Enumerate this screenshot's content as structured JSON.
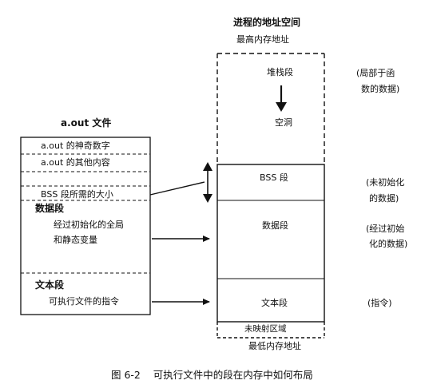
{
  "right": {
    "title": "进程的地址空间",
    "top_label": "最高内存地址",
    "stack_segment": "堆栈段",
    "empty": "空洞",
    "bss_segment": "BSS 段",
    "data_segment": "数据段",
    "text_segment": "文本段",
    "unmapped": "未映射区域",
    "bottom_label": "最低内存地址"
  },
  "annotations": {
    "stack_line1": "(局部于函",
    "stack_line2": "数的数据)",
    "bss_line1": "(未初始化",
    "bss_line2": "的数据)",
    "data_line1": "(经过初始",
    "data_line2": "化的数据)",
    "text_note": "(指令)"
  },
  "left": {
    "title": "a.out 文件",
    "magic": "a.out 的神奇数字",
    "other": "a.out 的其他内容",
    "bss_size": "BSS 段所需的大小",
    "data_title": "数据段",
    "data_line1": "经过初始化的全局",
    "data_line2": "和静态变量",
    "text_title": "文本段",
    "text_line1": "可执行文件的指令"
  },
  "caption": "图 6-2    可执行文件中的段在内存中如何布局"
}
